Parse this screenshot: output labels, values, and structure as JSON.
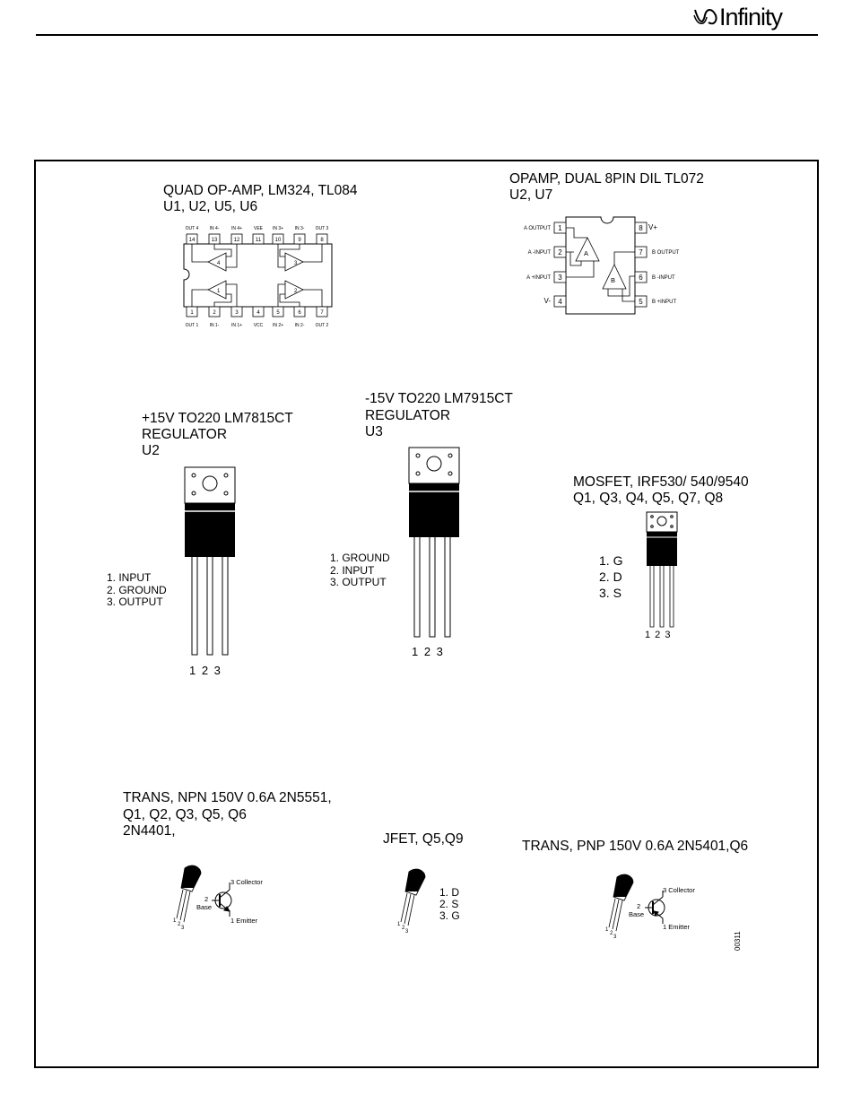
{
  "header": {
    "brand": "Infinity"
  },
  "quad_opamp": {
    "title": "QUAD OP-AMP,  LM324, TL084",
    "refs": "U1, U2, U5, U6",
    "top_pins": [
      {
        "num": "14",
        "label": "OUT 4"
      },
      {
        "num": "13",
        "label": "IN 4-"
      },
      {
        "num": "12",
        "label": "IN 4+"
      },
      {
        "num": "11",
        "label": "VEE"
      },
      {
        "num": "10",
        "label": "IN 3+"
      },
      {
        "num": "9",
        "label": "IN 3-"
      },
      {
        "num": "8",
        "label": "OUT 3"
      }
    ],
    "bottom_pins": [
      {
        "num": "1",
        "label": "OUT 1"
      },
      {
        "num": "2",
        "label": "IN 1-"
      },
      {
        "num": "3",
        "label": "IN 1+"
      },
      {
        "num": "4",
        "label": "VCC"
      },
      {
        "num": "5",
        "label": "IN 2+"
      },
      {
        "num": "6",
        "label": "IN 2-"
      },
      {
        "num": "7",
        "label": "OUT 2"
      }
    ],
    "amp_labels": [
      "4",
      "3",
      "1",
      "2"
    ]
  },
  "dual_opamp": {
    "title": "OPAMP, DUAL 8PIN DIL TL072",
    "refs": "U2, U7",
    "left_pins": [
      {
        "num": "1",
        "label": "A OUTPUT"
      },
      {
        "num": "2",
        "label": "A -INPUT"
      },
      {
        "num": "3",
        "label": "A +INPUT"
      },
      {
        "num": "4",
        "label": "V-"
      }
    ],
    "right_pins": [
      {
        "num": "8",
        "label": "V+"
      },
      {
        "num": "7",
        "label": "B OUTPUT"
      },
      {
        "num": "6",
        "label": "B -INPUT"
      },
      {
        "num": "5",
        "label": "B +INPUT"
      }
    ],
    "amp_labels": [
      "A",
      "B"
    ]
  },
  "reg_pos": {
    "title_line1": "+15V TO220 LM7815CT",
    "title_line2": "REGULATOR",
    "ref": "U2",
    "pins": [
      "1. INPUT",
      "2. GROUND",
      "3. OUTPUT"
    ],
    "legs": "1 2 3"
  },
  "reg_neg": {
    "title_line1": "-15V TO220 LM7915CT",
    "title_line2": "REGULATOR",
    "ref": "U3",
    "pins": [
      "1. GROUND",
      "2. INPUT",
      "3. OUTPUT"
    ],
    "legs": "1 2 3"
  },
  "mosfet": {
    "title": "MOSFET, IRF530/ 540/9540",
    "refs": "Q1, Q3, Q4, Q5, Q7, Q8",
    "pins": [
      "1. G",
      "2. D",
      "3. S"
    ],
    "legs": "1 2 3"
  },
  "npn": {
    "title_line1": " TRANS, NPN 150V 0.6A 2N5551,",
    "title_line2": "Q1, Q2, Q3, Q5, Q6",
    "title_line3": "2N4401,",
    "collector": "3 Collector",
    "base_num": "2",
    "base": "Base",
    "emitter": "1 Emitter",
    "lead_nums": [
      "1",
      "2",
      "3"
    ]
  },
  "jfet": {
    "title": "JFET, Q5,Q9",
    "pins": [
      "1. D",
      "2. S",
      "3. G"
    ],
    "lead_nums": [
      "1",
      "2",
      "3"
    ]
  },
  "pnp": {
    "title": "TRANS, PNP 150V 0.6A 2N5401,Q6",
    "collector": "3 Collector",
    "base_num": "2",
    "base": "Base",
    "emitter": "1 Emitter",
    "lead_nums": [
      "1",
      "2",
      "3"
    ]
  },
  "footer": {
    "doc_code": "00311"
  }
}
